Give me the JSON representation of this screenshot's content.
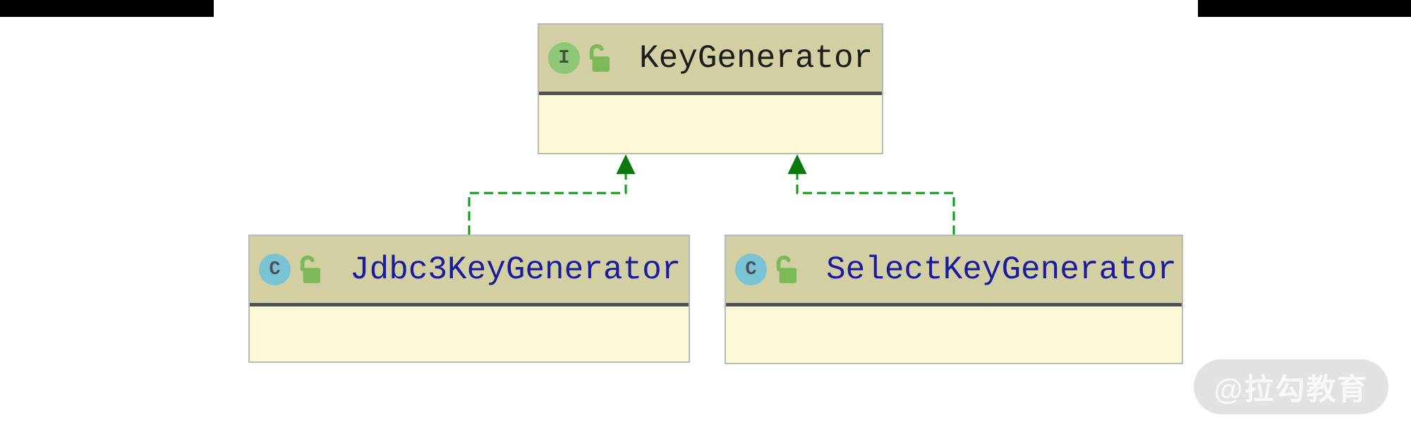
{
  "nodes": {
    "interface_top": {
      "label": "KeyGenerator",
      "kind": "interface",
      "icon_letter": "I",
      "visibility": "public"
    },
    "class_left": {
      "label": "Jdbc3KeyGenerator",
      "kind": "class",
      "icon_letter": "C",
      "visibility": "public"
    },
    "class_right": {
      "label": "SelectKeyGenerator",
      "kind": "class",
      "icon_letter": "C",
      "visibility": "public"
    }
  },
  "edges": [
    {
      "from": "Jdbc3KeyGenerator",
      "to": "KeyGenerator",
      "relation": "realization (implements)",
      "style": "green dashed line with filled green triangle arrowhead pointing up into KeyGenerator"
    },
    {
      "from": "SelectKeyGenerator",
      "to": "KeyGenerator",
      "relation": "realization (implements)",
      "style": "green dashed line with filled green triangle arrowhead pointing up into KeyGenerator"
    }
  ],
  "icons": {
    "interface_badge": "green circle with letter I",
    "class_badge": "teal circle with letter C",
    "visibility_public": "green open padlock"
  },
  "watermark": {
    "text": "@拉勾教育"
  },
  "colors": {
    "node_header_bg": "#d2cfa3",
    "node_body_bg": "#fbf9d5",
    "node_border": "#b9b9b9",
    "header_separator": "#515151",
    "interface_name_text": "#1d1d1d",
    "class_name_text": "#1b1b9e",
    "edge_dash_green": "#119619",
    "edge_arrow_green": "#0a7a10",
    "interface_badge_bg": "#8fc777",
    "class_badge_bg": "#7ac3d4",
    "lock_green": "#7cba58",
    "redaction_bar": "#000000",
    "watermark_bg": "#e2e2e2",
    "watermark_text": "#f8f8f8"
  }
}
